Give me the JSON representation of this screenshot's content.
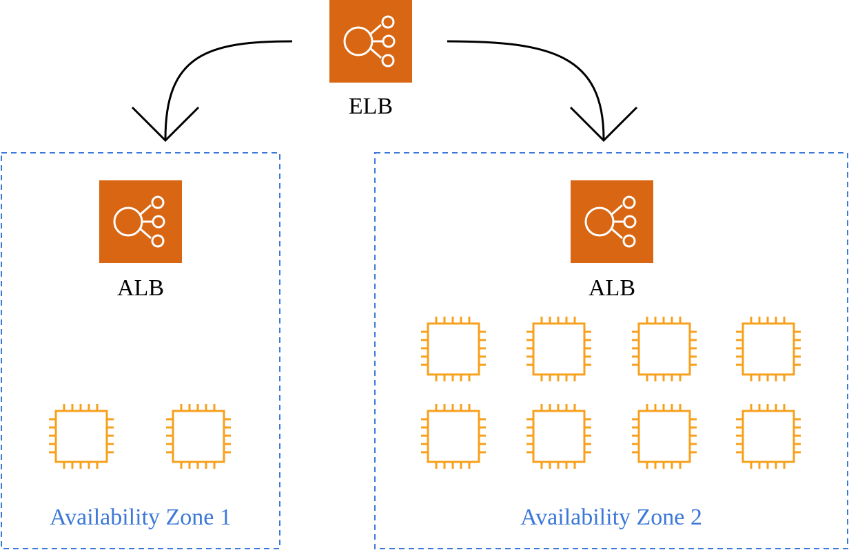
{
  "diagram": {
    "elb": {
      "label": "ELB",
      "icon": "load-balancer-icon"
    },
    "zones": [
      {
        "label": "Availability Zone 1",
        "alb_label": "ALB",
        "instance_count": 2
      },
      {
        "label": "Availability Zone 2",
        "alb_label": "ALB",
        "instance_count": 8
      }
    ],
    "colors": {
      "lb_fill": "#d86613",
      "instance_stroke": "#f7a01c",
      "zone_border": "#3b78d8",
      "zone_text": "#3b78d8"
    }
  }
}
